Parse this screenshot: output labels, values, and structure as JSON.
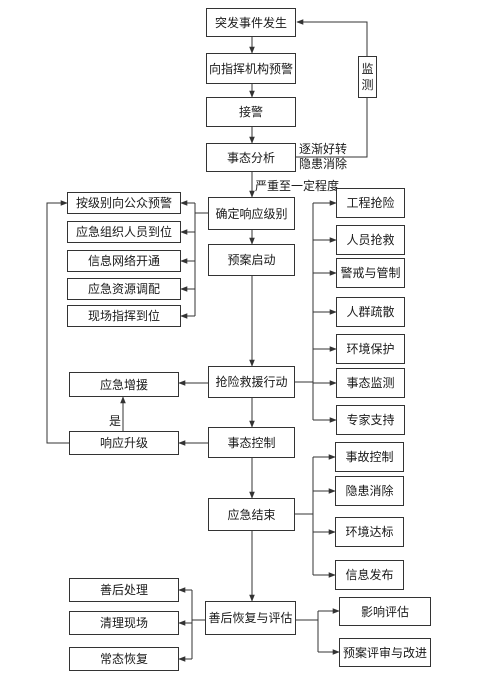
{
  "main_flow": {
    "n1": "突发事件发生",
    "n2": "向指挥机构预警",
    "n3": "接警",
    "n4": "事态分析",
    "n5": "确定响应级别",
    "n6": "预案启动",
    "n7": "抢险救援行动",
    "n8": "事态控制",
    "n9": "应急结束",
    "n10": "善后恢复与评估"
  },
  "monitor": {
    "char1": "监",
    "char2": "测"
  },
  "feedback": {
    "line1": "逐渐好转",
    "line2": "隐患消除",
    "serious": "严重至一定程度"
  },
  "left_level": [
    "按级别向公众预警",
    "应急组织人员到位",
    "信息网络开通",
    "应急资源调配",
    "现场指挥到位"
  ],
  "escalation": {
    "increase": "应急增援",
    "upgrade": "响应升级",
    "yes": "是"
  },
  "right_actions": [
    "工程抢险",
    "人员抢救",
    "警戒与管制",
    "人群疏散",
    "环境保护",
    "事态监测",
    "专家支持"
  ],
  "right_end": [
    "事故控制",
    "隐患消除",
    "环境达标",
    "信息发布"
  ],
  "left_recovery": [
    "善后处理",
    "清理现场",
    "常态恢复"
  ],
  "right_eval": [
    "影响评估",
    "预案评审与改进"
  ]
}
